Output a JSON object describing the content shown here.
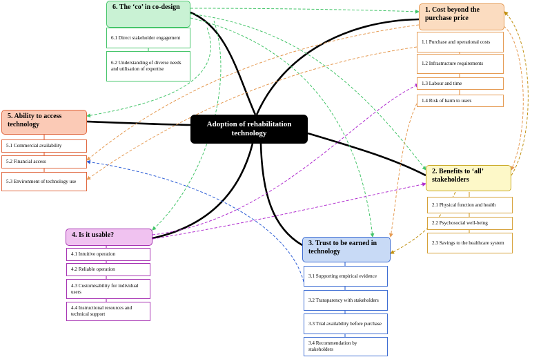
{
  "center": {
    "title": "Adoption of rehabilitation technology"
  },
  "themes": [
    {
      "key": "t6",
      "title": "6. The ‘co’ in co-design",
      "color": "#45c56a",
      "items": [
        "6.1 Direct stakeholder engagement",
        "6.2 Understanding of diverse needs and utilisation of expertise"
      ]
    },
    {
      "key": "t1",
      "title": "1. Cost beyond the purchase price",
      "color": "#e59a52",
      "items": [
        "1.1 Purchase and operational costs",
        "1.2 Infrastructure requirements",
        "1.3 Labour and time",
        "1.4 Risk of harm to users"
      ]
    },
    {
      "key": "t5",
      "title": "5. Ability to access technology",
      "color": "#e06840",
      "items": [
        "5.1 Commercial availability",
        "5.2 Financial access",
        "5.3 Environment of technology use"
      ]
    },
    {
      "key": "t2",
      "title": "2. Benefits to ‘all’ stakeholders",
      "color": "#c9a826",
      "items": [
        "2.1 Physical function and health",
        "2.2 Psychosocial well-being",
        "2.3 Savings to the healthcare system"
      ]
    },
    {
      "key": "t4",
      "title": "4. Is it usable?",
      "color": "#a733b3",
      "items": [
        "4.1 Intuitive operation",
        "4.2 Reliable operation",
        "4.3 Customisability for individual users",
        "4.4 Instructional resources and technical support"
      ]
    },
    {
      "key": "t3",
      "title": "3. Trust to be earned in technology",
      "color": "#3f6ed3",
      "items": [
        "3.1 Supporting empirical evidence",
        "3.2 Transparency with stakeholders",
        "3.3 Trial availability before purchase",
        "3.4 Recommendation by stakeholders"
      ]
    }
  ]
}
